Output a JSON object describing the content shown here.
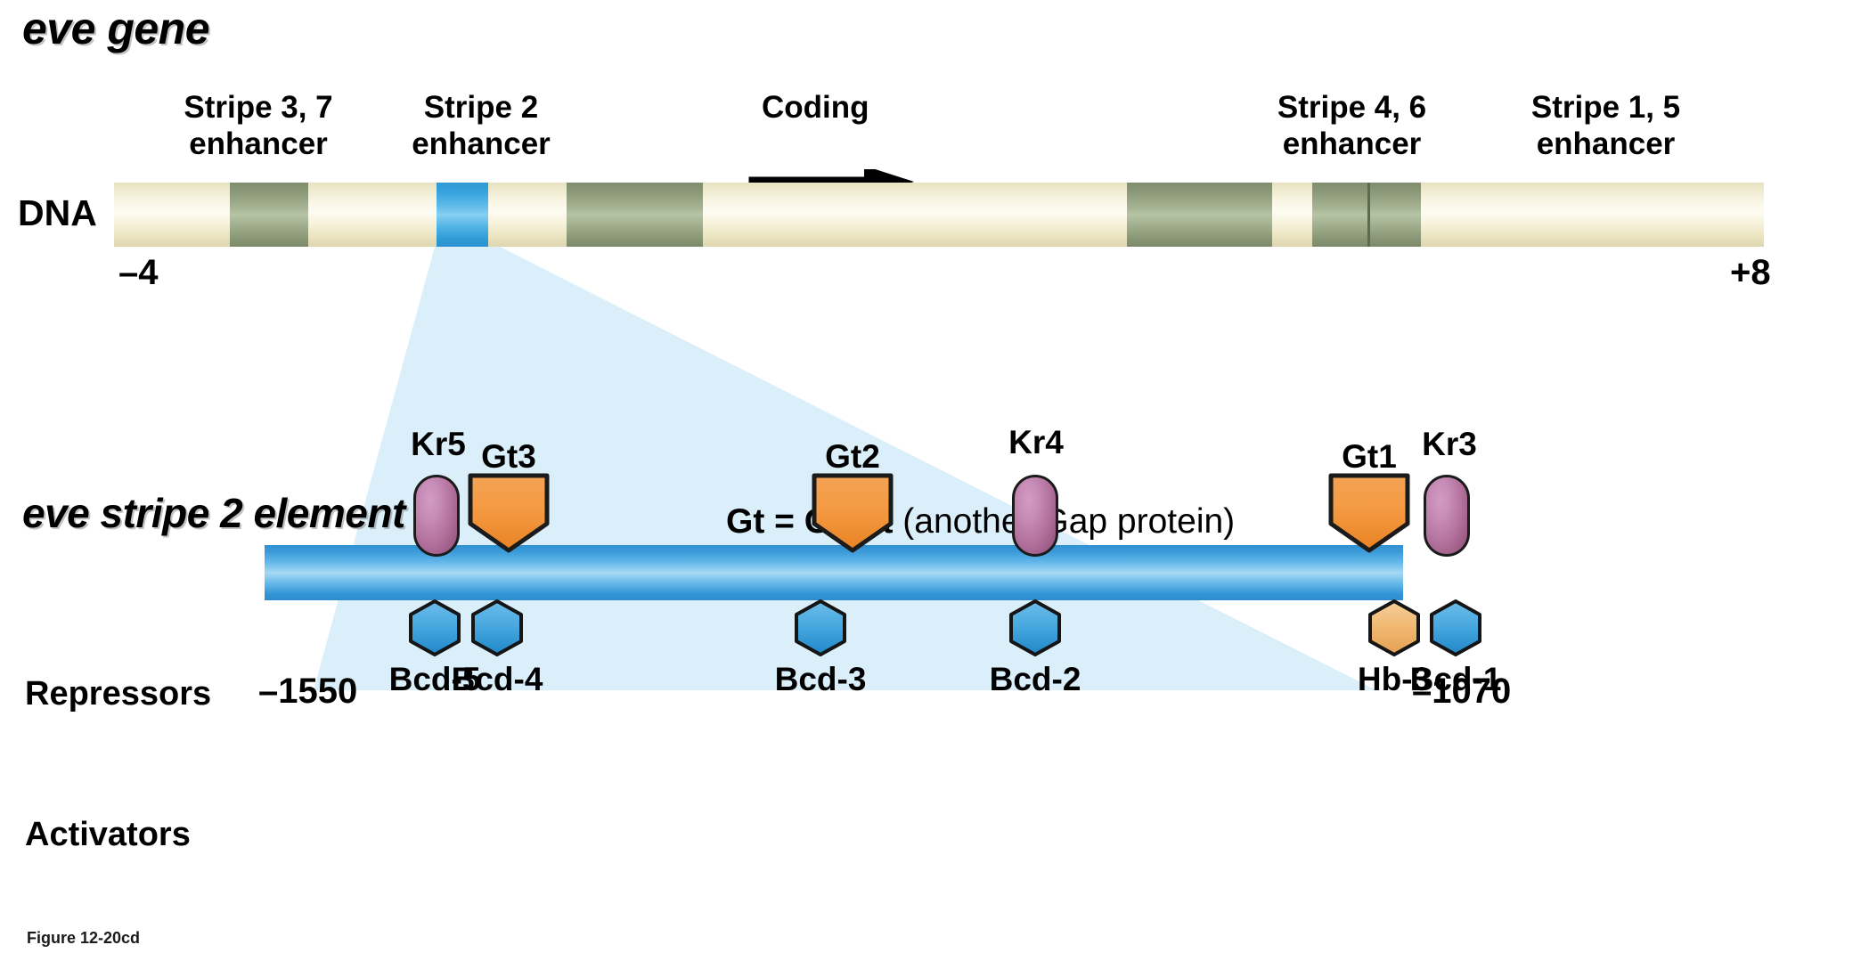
{
  "figure": {
    "caption": "Figure 12-20cd"
  },
  "gene_panel": {
    "title": "eve gene",
    "dna_label": "DNA",
    "coordinate_left": "–4",
    "coordinate_right": "+8",
    "coding_label": "Coding",
    "enhancer_labels": [
      {
        "line1": "Stripe 3, 7",
        "line2": "enhancer"
      },
      {
        "line1": "Stripe 2",
        "line2": "enhancer"
      },
      {
        "line1": "Stripe 4, 6",
        "line2": "enhancer"
      },
      {
        "line1": "Stripe 1, 5",
        "line2": "enhancer"
      }
    ],
    "dna_segments": [
      {
        "name": "stripe-3-7-enhancer",
        "color": "#8c9a7a",
        "kind": "green"
      },
      {
        "name": "stripe-2-enhancer",
        "color": "#35a2dd",
        "kind": "blue"
      },
      {
        "name": "coding-region",
        "color": "#8c9a7a",
        "kind": "green"
      },
      {
        "name": "stripe-4-6-enhancer",
        "color": "#8c9a7a",
        "kind": "green"
      },
      {
        "name": "stripe-1-5-enhancer",
        "color": "#8c9a7a",
        "kind": "green"
      }
    ]
  },
  "element_panel": {
    "title": "eve stripe 2 element",
    "annotation_bold": "Gt = Giant",
    "annotation_rest": " (another Gap protein)",
    "repressors_label": "Repressors",
    "activators_label": "Activators",
    "coordinate_left": "–1550",
    "coordinate_right": "–1070",
    "repressors": [
      {
        "label": "Kr5",
        "type": "Kr",
        "color": "#b4749f"
      },
      {
        "label": "Gt3",
        "type": "Gt",
        "color": "#ef9038"
      },
      {
        "label": "Gt2",
        "type": "Gt",
        "color": "#ef9038"
      },
      {
        "label": "Kr4",
        "type": "Kr",
        "color": "#b4749f"
      },
      {
        "label": "Gt1",
        "type": "Gt",
        "color": "#ef9038"
      },
      {
        "label": "Kr3",
        "type": "Kr",
        "color": "#b4749f"
      }
    ],
    "activators": [
      {
        "label": "Bcd-5",
        "color": "#3f9fdc"
      },
      {
        "label": "Bcd-4",
        "color": "#3f9fdc"
      },
      {
        "label": "Bcd-3",
        "color": "#3f9fdc"
      },
      {
        "label": "Bcd-2",
        "color": "#3f9fdc"
      },
      {
        "label": "Hb-3",
        "color": "#f0b368"
      },
      {
        "label": "Bcd-1",
        "color": "#3f9fdc"
      }
    ]
  },
  "colors": {
    "dna_backbone": "#f3efd9",
    "dna_green": "#8c9a7a",
    "stripe2_blue": "#35a2dd",
    "enhancer_bar": "#3b9bda",
    "funnel": "#d9eefa"
  }
}
